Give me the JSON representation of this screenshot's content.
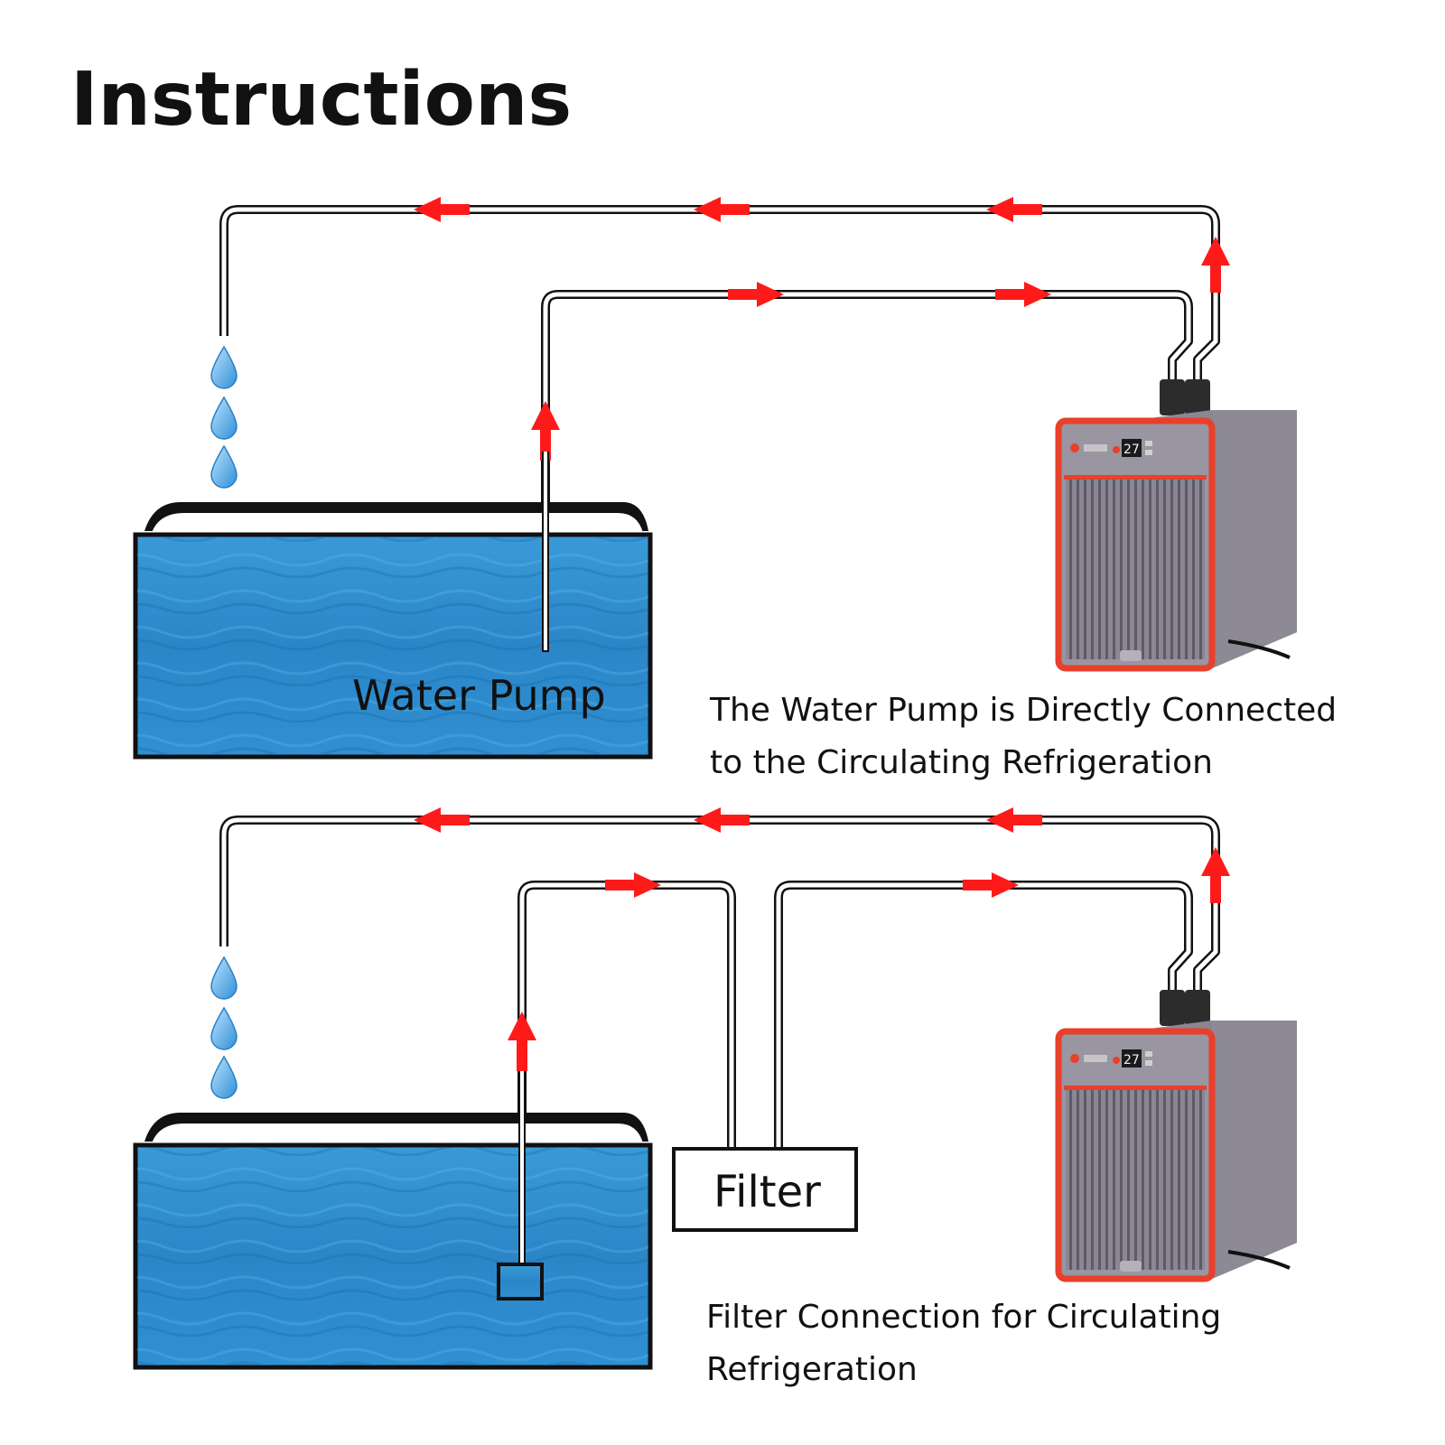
{
  "title": "Instructions",
  "scenarios": [
    {
      "id": "direct",
      "tank_label": "Water Pump",
      "caption_lines": [
        "The Water Pump is Directly Connected",
        "to the Circulating Refrigeration"
      ],
      "chiller_display": "27"
    },
    {
      "id": "filter",
      "filter_label": "Filter",
      "caption_lines": [
        "Filter Connection for Circulating",
        "Refrigeration"
      ],
      "chiller_display": "27"
    }
  ],
  "colors": {
    "arrow": "#ff1a1a",
    "pipe": "#111111",
    "water": "#2f8fd0",
    "water_dark": "#1f6fae",
    "chiller_body": "#8f8b96",
    "chiller_trim": "#e8402a",
    "drop": "#4aa6e8"
  }
}
